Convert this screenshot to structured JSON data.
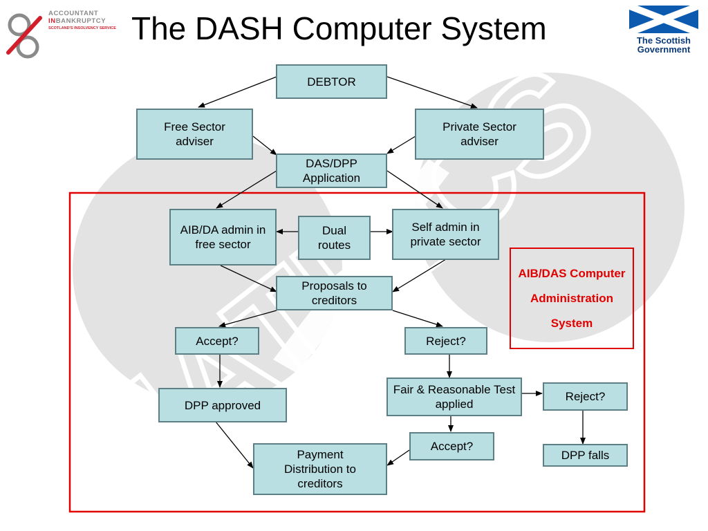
{
  "title": "The DASH Computer System",
  "logos": {
    "aib_line1": "ACCOUNTANT",
    "aib_line2_prefix": "IN",
    "aib_line2_rest": "BANKRUPTCY",
    "aib_line3": "SCOTLAND'S INSOLVENCY SERVICE",
    "scot_line1": "The Scottish",
    "scot_line2": "Government"
  },
  "watermark": "MATRICS",
  "nodes": {
    "debtor": "DEBTOR",
    "free_sector": "Free Sector adviser",
    "private_sector": "Private Sector adviser",
    "das_dpp": "DAS/DPP Application",
    "aib_da_admin": "AIB/DA admin in free sector",
    "dual_routes": "Dual routes",
    "self_admin": "Self admin in private sector",
    "proposals": "Proposals to creditors",
    "accept1": "Accept?",
    "reject1": "Reject?",
    "dpp_approved": "DPP approved",
    "fair_test": "Fair & Reasonable Test applied",
    "reject2": "Reject?",
    "accept2": "Accept?",
    "payment": "Payment Distribution to creditors",
    "dpp_falls": "DPP falls"
  },
  "system_label": "AIB/DAS Computer Administration System",
  "colors": {
    "box_fill": "#b9dfe3",
    "box_border": "#5c7f86",
    "frame_red": "#e00000"
  }
}
